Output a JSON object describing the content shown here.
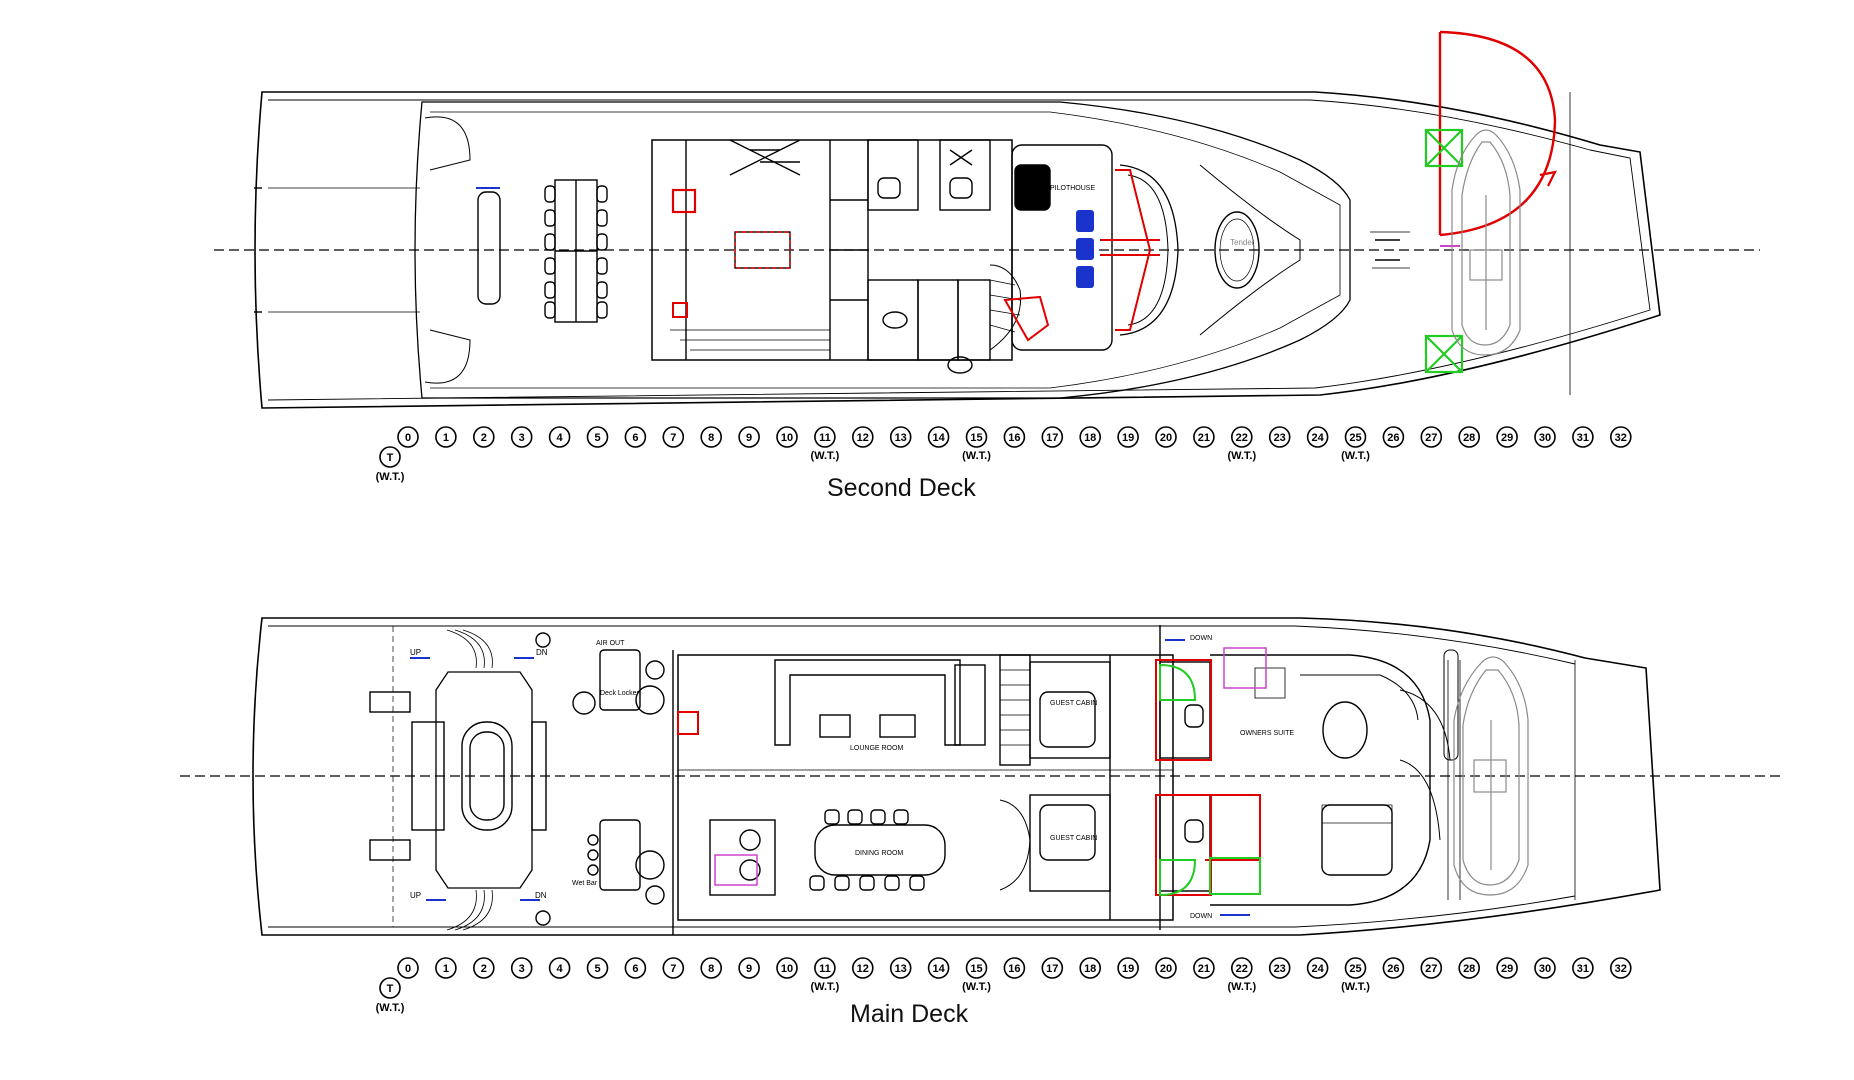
{
  "decks": [
    {
      "id": "second",
      "title": "Second Deck",
      "labels": {
        "pilothouse": "PILOTHOUSE",
        "tender": "Tender"
      }
    },
    {
      "id": "main",
      "title": "Main Deck",
      "labels": {
        "up_left": "UP",
        "dn_left": "DN",
        "up_right": "UP",
        "dn_right": "DN",
        "lounge": "LOUNGE ROOM",
        "dining": "DINING ROOM",
        "guest_cabin_1": "GUEST CABIN",
        "guest_cabin_2": "GUEST CABIN",
        "owners_suite": "OWNERS SUITE",
        "down_1": "DOWN",
        "down_2": "DOWN",
        "wet_bar": "Wet Bar",
        "air_out": "AIR OUT",
        "deck_locker": "Deck Locker"
      }
    }
  ],
  "frames": [
    "0",
    "1",
    "2",
    "3",
    "4",
    "5",
    "6",
    "7",
    "8",
    "9",
    "10",
    "11",
    "12",
    "13",
    "14",
    "15",
    "16",
    "17",
    "18",
    "19",
    "20",
    "21",
    "22",
    "23",
    "24",
    "25",
    "26",
    "27",
    "28",
    "29",
    "30",
    "31",
    "32"
  ],
  "wt_frames": [
    "11",
    "15",
    "22",
    "25"
  ],
  "t_label": "T",
  "wt_label": "(W.T.)",
  "colors": {
    "line": "#000000",
    "accent_red": "#e00000",
    "accent_green": "#22cc22",
    "accent_blue": "#1a33cc",
    "accent_magenta": "#cc44cc",
    "grey": "#9a9a9a"
  }
}
